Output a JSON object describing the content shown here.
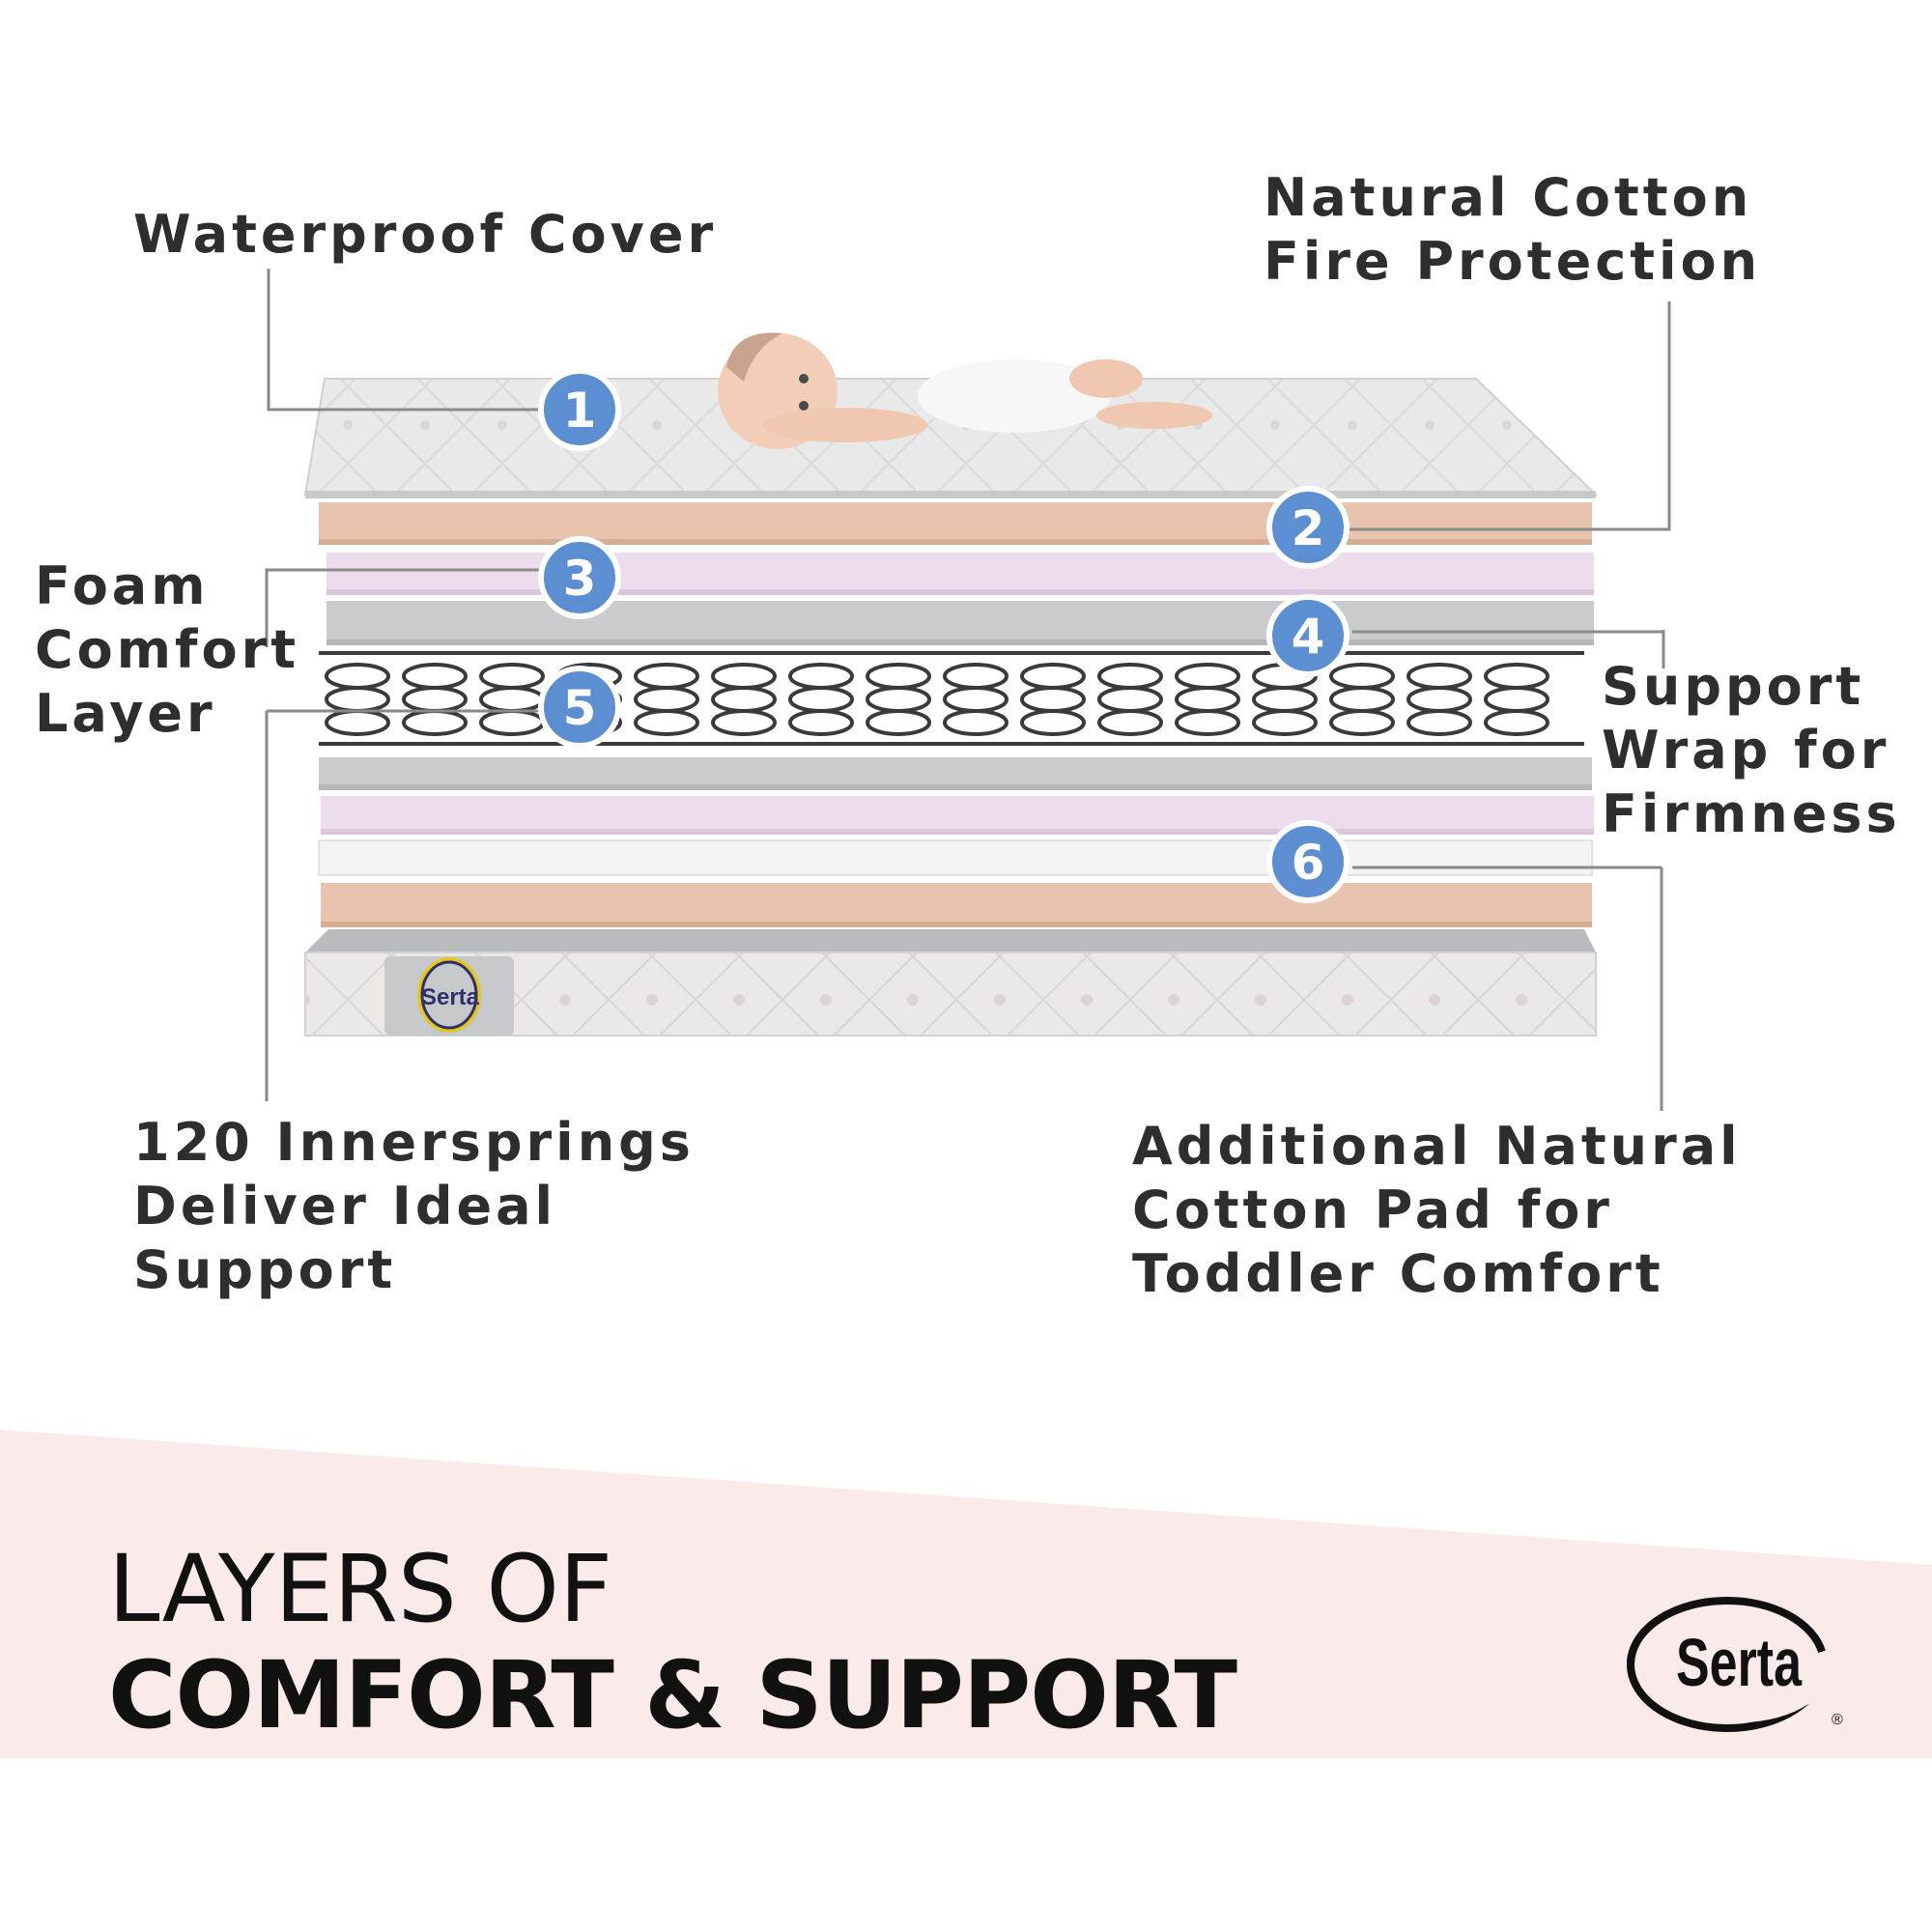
{
  "colors": {
    "badge": "#5b8fd1",
    "leader_line": "#8a8a8a",
    "text": "#2e2e2e",
    "footer_band": "#fbeaea",
    "cotton_layer": "#e8c4ae",
    "foam_layer": "#ecdcec",
    "support_layer": "#c9cbcd"
  },
  "callouts": {
    "waterproof_cover": "Waterproof Cover",
    "natural_cotton": [
      "Natural Cotton",
      "Fire Protection"
    ],
    "foam_comfort": [
      "Foam",
      "Comfort",
      "Layer"
    ],
    "support_wrap": [
      "Support",
      "Wrap for",
      "Firmness"
    ],
    "innersprings": [
      "120 Innersprings",
      "Deliver Ideal",
      "Support"
    ],
    "cotton_pad": [
      "Additional Natural",
      "Cotton Pad for",
      "Toddler Comfort"
    ]
  },
  "badges": [
    "1",
    "2",
    "3",
    "4",
    "5",
    "6"
  ],
  "headline": {
    "line1": "LAYERS OF",
    "line2": "COMFORT & SUPPORT"
  },
  "brand": {
    "name": "Serta",
    "registered": "®"
  }
}
